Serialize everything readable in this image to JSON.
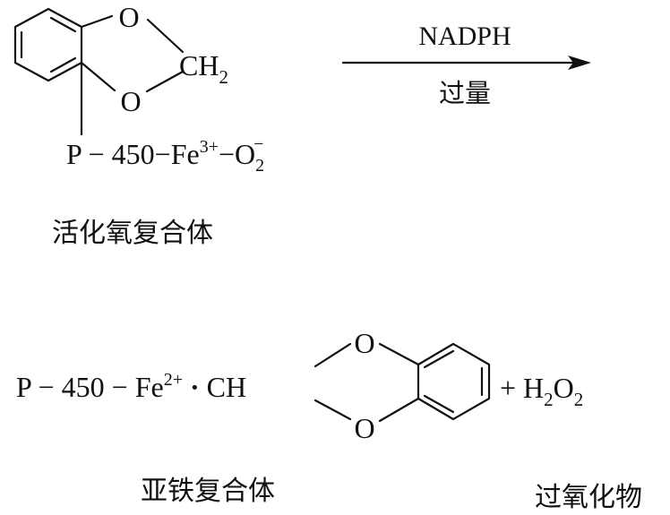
{
  "reactant": {
    "ring_o_top": "O",
    "ring_o_bottom": "O",
    "ch2": {
      "base": "CH",
      "sub": "2"
    },
    "complex": {
      "p": "P",
      "dash1": "−",
      "num": "450",
      "dash2": "−",
      "fe": "Fe",
      "fe_sup": "3+",
      "dash3": "−",
      "o": "O",
      "o_sub": "2",
      "o_sup": "−"
    },
    "caption": "活化氧复合体"
  },
  "arrow": {
    "above": "NADPH",
    "below": "过量"
  },
  "product": {
    "complex": {
      "p": "P",
      "dash1": "−",
      "num": "450",
      "dash2": "−",
      "fe": "Fe",
      "fe_sup": "2+",
      "dot": "·",
      "ch": "CH"
    },
    "ring_o_top": "O",
    "ring_o_bottom": "O",
    "plus": "+",
    "h2o2": {
      "h": "H",
      "h_sub": "2",
      "o": "O",
      "o_sub": "2"
    },
    "caption_left": "亚铁复合体",
    "caption_right": "过氧化物"
  }
}
